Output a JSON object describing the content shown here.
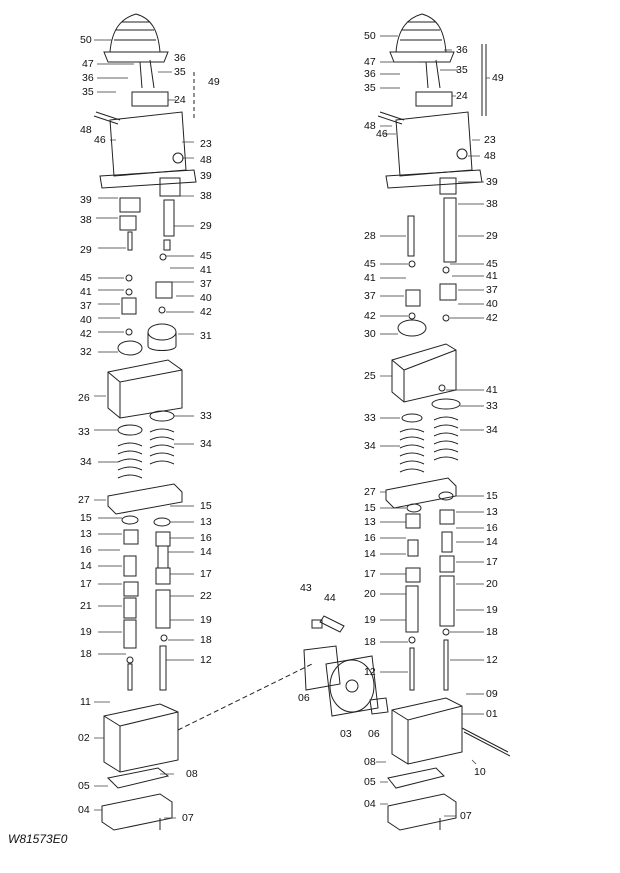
{
  "drawing_code": "W81573E0",
  "left_labels": [
    "50",
    "47",
    "36",
    "35",
    "36",
    "35",
    "24",
    "49",
    "48",
    "46",
    "23",
    "48",
    "39",
    "38",
    "39",
    "38",
    "29",
    "29",
    "45",
    "45",
    "41",
    "41",
    "37",
    "37",
    "40",
    "40",
    "42",
    "42",
    "31",
    "32",
    "26",
    "33",
    "33",
    "34",
    "34",
    "27",
    "15",
    "15",
    "13",
    "13",
    "16",
    "16",
    "14",
    "14",
    "17",
    "17",
    "22",
    "21",
    "19",
    "19",
    "18",
    "18",
    "12",
    "11",
    "02",
    "08",
    "05",
    "04",
    "07"
  ],
  "middle_labels": [
    "43",
    "44",
    "06"
  ],
  "right_labels": [
    "50",
    "47",
    "36",
    "36",
    "35",
    "35",
    "24",
    "49",
    "48",
    "46",
    "23",
    "48",
    "39",
    "38",
    "28",
    "29",
    "45",
    "45",
    "41",
    "41",
    "37",
    "37",
    "40",
    "42",
    "42",
    "30",
    "25",
    "41",
    "33",
    "33",
    "34",
    "34",
    "27",
    "15",
    "15",
    "13",
    "13",
    "16",
    "16",
    "14",
    "14",
    "17",
    "17",
    "20",
    "20",
    "19",
    "19",
    "18",
    "18",
    "12",
    "12",
    "09",
    "01",
    "03",
    "06",
    "08",
    "05",
    "10",
    "04",
    "07"
  ]
}
